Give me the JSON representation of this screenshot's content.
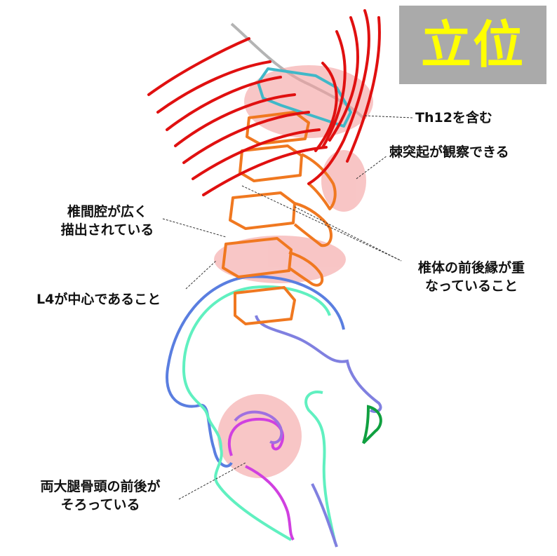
{
  "title": "立位",
  "colors": {
    "title_bg": "#aaaaaa",
    "title_text": "#ffff00",
    "ribs": "#e01010",
    "thoracic_vertebra": "#40b8c8",
    "lumbar_vertebra": "#f07820",
    "iliac_outline": "#5a7ee0",
    "pelvis_outline": "#60f0c0",
    "sacrum_outline": "#8080e0",
    "femoral_head": "#d040e0",
    "coccyx": "#10a040",
    "spine_line": "#b4b4b4",
    "highlight": "#f4a0a0"
  },
  "annotations": {
    "th12": "Th12を含む",
    "spinous": "棘突起が観察できる",
    "disc_line1": "椎間腔が広く",
    "disc_line2": "描出されている",
    "edges_line1": "椎体の前後縁が重",
    "edges_line2": "なっていること",
    "l4": "L4が中心であること",
    "femur_line1": "両大腿骨頭の前後が",
    "femur_line2": "そろっている"
  }
}
